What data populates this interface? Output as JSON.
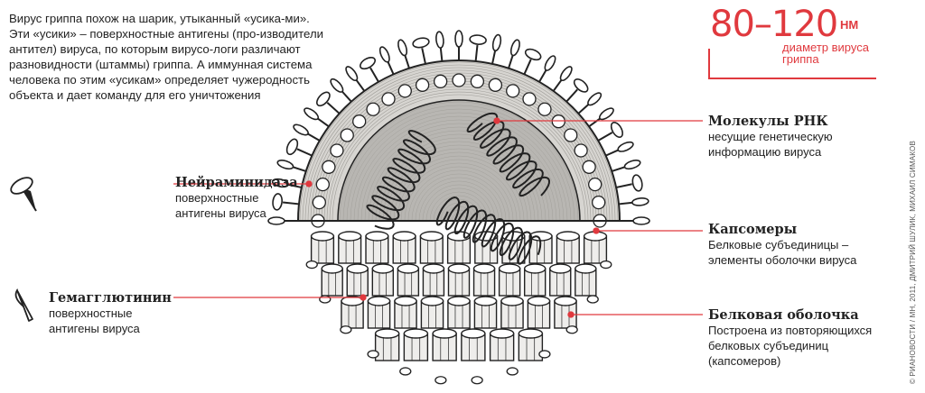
{
  "intro_text": "Вирус гриппа похож на шарик, утыканный «усика-ми». Эти «усики» – поверхностные антигены (про-изводители антител) вируса, по которым вирусо-логи различают разновидности (штаммы) гриппа. А иммунная система человека по этим «усикам» определяет чужеродность объекта и дает команду для его уничтожения",
  "size": {
    "value": "80–120",
    "unit": "НМ",
    "description": "диаметр вируса гриппа"
  },
  "labels": {
    "neuraminidase": {
      "title": "Нейраминидаза",
      "sub": "поверхностные\nантигены вируса"
    },
    "hemagglutinin": {
      "title": "Гемагглютинин",
      "sub": "поверхностные\nантигены вируса"
    },
    "rna": {
      "title": "Молекулы РНК",
      "sub": "несущие генетическую\nинформацию вируса"
    },
    "capsomeres": {
      "title": "Капсомеры",
      "sub": "Белковые субъединицы –\nэлементы оболочки вируса"
    },
    "shell": {
      "title": "Белковая оболочка",
      "sub": "Построена из повторяющихся\nбелковых субъединиц\n(капсомеров)"
    }
  },
  "credit": "© РИАНОВОСТИ / МН, 2011, ДМИТРИЙ ШУЛИК, МИХАИЛ СИМАКОВ",
  "colors": {
    "accent": "#e0393e",
    "line": "#222222",
    "inner": "#b8b6b2",
    "outer": "#d7d5d1"
  }
}
